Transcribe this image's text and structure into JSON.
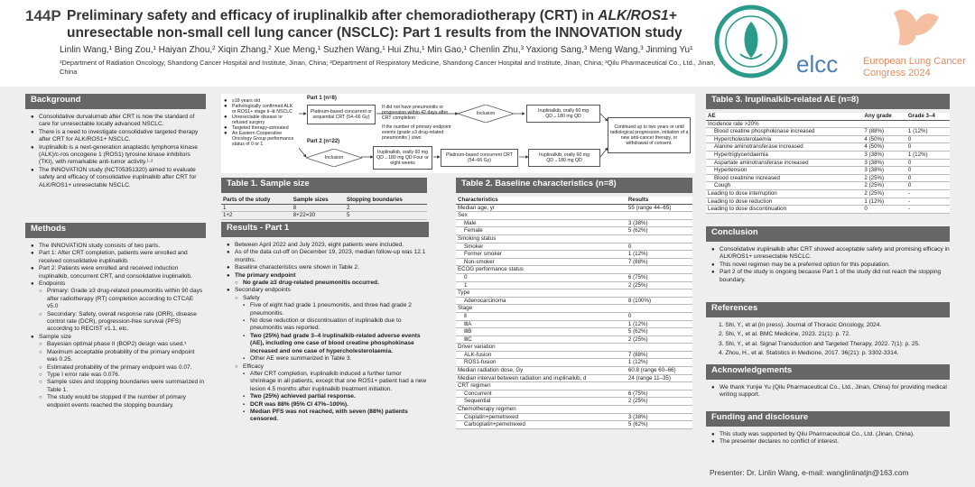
{
  "header": {
    "poster_id": "144P",
    "title_parts": {
      "a": "Preliminary safety and efficacy of iruplinalkib after chemoradiotherapy (CRT) in ",
      "b": "ALK/ROS1+",
      "c": " unresectable non-small cell lung cancer (NSCLC): Part 1 results from the INNOVATION study"
    },
    "authors": "Linlin Wang,¹ Bing Zou,¹ Haiyan Zhou,² Xiqin Zhang,² Xue Meng,¹ Suzhen Wang,¹ Hui Zhu,¹ Min Gao,¹ Chenlin Zhu,³ Yaxiong Sang,³ Meng Wang,³ Jinming Yu¹",
    "affiliations": "¹Department of Radiation Oncology, Shandong Cancer Hospital and Institute, Jinan, China; ²Department of Respiratory Medicine, Shandong Cancer Hospital and Institute, Jinan, China; ³Qilu Pharmaceutical Co., Ltd., Jinan, China",
    "elcc_logo": "elcc",
    "congress": "European Lung Cancer Congress 2024"
  },
  "background": {
    "heading": "Background",
    "items": [
      "Consolidative durvalumab after CRT is now the standard of care for unresectable locally advanced NSCLC.",
      "There is a need to investigate consolidative targeted therapy after CRT for ALK/ROS1+ NSCLC.",
      "Iruplinalkib is a next-generation anaplastic lymphoma kinase (ALK)/c-ros oncogene 1 (ROS1) tyrosine kinase inhibitors (TKI), with remarkable anti-tumor activity.¹·²",
      "The INNOVATION study (NCT05351320) aimed to evaluate safety and efficacy of consolidative iruplinalkib after CRT for ALK/ROS1+ unresectable NSCLC."
    ]
  },
  "methods": {
    "heading": "Methods",
    "items": [
      {
        "t": "The INNOVATION study consists of two parts.",
        "l": 0
      },
      {
        "t": "Part 1: After CRT completion, patients were enrolled and received consolidative iruplinalkib.",
        "l": 0
      },
      {
        "t": "Part 2: Patients were enrolled and received induction iruplinalkib, concurrent CRT, and consolidative iruplinalkib.",
        "l": 0
      },
      {
        "t": "Endpoints",
        "l": 0
      },
      {
        "t": "Primary: Grade ≥3 drug-related pneumonitis within 90 days after radiotherapy (RT) completion according to CTCAE v5.0",
        "l": 1
      },
      {
        "t": "Secondary: Safety, overall response rate (ORR), disease control rate (DCR), progression-free survival (PFS) according to RECIST v1.1, etc.",
        "l": 1
      },
      {
        "t": "Sample size",
        "l": 0
      },
      {
        "t": "Bayesian optimal phase II (BOP2) design was used.³",
        "l": 1
      },
      {
        "t": "Maximum acceptable probability of the primary endpoint was 0.25.",
        "l": 1
      },
      {
        "t": "Estimated probability of the primary endpoint was 0.07.",
        "l": 1
      },
      {
        "t": "Type I error rate was 0.076.",
        "l": 1
      },
      {
        "t": "Sample sizes and stopping boundaries were summarized in Table 1.",
        "l": 1
      },
      {
        "t": "The study would be stopped if the number of primary endpoint events reached the stopping boundary.",
        "l": 1
      }
    ]
  },
  "flow": {
    "eligibility": [
      "≥18 years old",
      "Pathologically confirmed ALK or ROS1+ stage Ⅱ–Ⅲ NSCLC",
      "Unresectable disease or refused surgery",
      "Targeted therapy-untreated",
      "An Eastern Cooperative Oncology Group performance status of 0 or 1"
    ],
    "part1_label": "Part 1 (n=8)",
    "part2_label": "Part 2 (n=22)",
    "crt_box": "Platinum-based concurrent or sequential CRT (54–66 Gy)",
    "no_progression": "If did not have pneumonitis or progression within 42 days after CRT completion",
    "inclusion": "Inclusion",
    "iru_box1": "Iruplinalkib, orally 60 mg QD→180 mg QD",
    "events_note": "If the number of primary endpoint events (grade ≥3 drug-related pneumonitis ) ≤two",
    "iru_induction": "Iruplinalkib, orally 60 mg QD→180 mg QD Four or eight weeks",
    "crt_box2": "Platinum-based concurrent CRT (54–66 Gy)",
    "iru_box2": "Iruplinalkib, orally 60 mg QD→180 mg QD",
    "continued": "Continued up to two years or until radiological progression, initiation of a new anti-cancer therapy, or withdrawal of consent."
  },
  "table1": {
    "heading": "Table 1. Sample size",
    "cols": [
      "Parts of the study",
      "Sample sizes",
      "Stopping boundaries"
    ],
    "rows": [
      [
        "1",
        "8",
        "2"
      ],
      [
        "1+2",
        "8+22=30",
        "5"
      ]
    ]
  },
  "results": {
    "heading": "Results - Part 1",
    "items": [
      {
        "t": "Between April 2022 and July 2023, eight patients were included.",
        "l": 0,
        "b": false
      },
      {
        "t": "As of the data cut-off on December 19, 2023, median follow-up was 12.1 months.",
        "l": 0,
        "b": false
      },
      {
        "t": "Baseline characteristics were shown in Table 2.",
        "l": 0,
        "b": false
      },
      {
        "t": "The primary endpoint",
        "l": 0,
        "b": true
      },
      {
        "t": "No grade ≥3 drug-related pneumonitis occurred.",
        "l": 1,
        "b": true
      },
      {
        "t": "Secondary endpoints",
        "l": 0,
        "b": false
      },
      {
        "t": "Safety",
        "l": 1,
        "b": false
      },
      {
        "t": "Five of eight had grade 1 pneumonitis, and three had grade 2 pneumonitis.",
        "l": 2,
        "b": false
      },
      {
        "t": "No dose reduction or discontinuation of iruplinalkib due to pneumonitis was reported.",
        "l": 2,
        "b": false
      },
      {
        "t": "Two (25%) had grade 3–4 iruplinalkib-related adverse events (AE), including one case of blood creatine phosphokinase increased and one case of hypercholesterolaemia.",
        "l": 2,
        "b": true
      },
      {
        "t": "Other AE were summarized in Table 3.",
        "l": 2,
        "b": false
      },
      {
        "t": "Efficacy",
        "l": 1,
        "b": false
      },
      {
        "t": "After CRT completion, iruplinalkib induced a further tumor shrinkage in all patients, except that one ROS1+ patient had a new lesion 4.5 months after iruplinalkib treatment initiation.",
        "l": 2,
        "b": false
      },
      {
        "t": "Two (25%) achieved partial response.",
        "l": 2,
        "b": true
      },
      {
        "t": "DCR was 88% (95% CI 47%–100%).",
        "l": 2,
        "b": true
      },
      {
        "t": "Median PFS was not reached, with seven (88%) patients censored.",
        "l": 2,
        "b": true
      }
    ]
  },
  "table2": {
    "heading": "Table 2. Baseline characteristics (n=8)",
    "cols": [
      "Characteristics",
      "Results"
    ],
    "rows": [
      {
        "c": "Median age, yr",
        "r": "55 (range 44–65)",
        "i": 0
      },
      {
        "c": "Sex",
        "r": "",
        "i": 0
      },
      {
        "c": "Male",
        "r": "3 (38%)",
        "i": 1
      },
      {
        "c": "Female",
        "r": "5 (62%)",
        "i": 1
      },
      {
        "c": "Smoking status",
        "r": "",
        "i": 0
      },
      {
        "c": "Smoker",
        "r": "0",
        "i": 1
      },
      {
        "c": "Former smoker",
        "r": "1 (12%)",
        "i": 1
      },
      {
        "c": "Non-smoker",
        "r": "7 (88%)",
        "i": 1
      },
      {
        "c": "ECOG performance status",
        "r": "",
        "i": 0
      },
      {
        "c": "0",
        "r": "6 (75%)",
        "i": 1
      },
      {
        "c": "1",
        "r": "2 (25%)",
        "i": 1
      },
      {
        "c": "Type",
        "r": "",
        "i": 0
      },
      {
        "c": "Adenocarcinoma",
        "r": "8 (100%)",
        "i": 1
      },
      {
        "c": "Stage",
        "r": "",
        "i": 0
      },
      {
        "c": "Ⅱ",
        "r": "0",
        "i": 1
      },
      {
        "c": "ⅢA",
        "r": "1 (12%)",
        "i": 1
      },
      {
        "c": "ⅢB",
        "r": "5 (62%)",
        "i": 1
      },
      {
        "c": "ⅢC",
        "r": "2 (25%)",
        "i": 1
      },
      {
        "c": "Driver variation",
        "r": "",
        "i": 0
      },
      {
        "c": "ALK-fusion",
        "r": "7 (88%)",
        "i": 1
      },
      {
        "c": "ROS1-fusion",
        "r": "1 (12%)",
        "i": 1
      },
      {
        "c": "Median radiation dose, Gy",
        "r": "60.8 (range 60–66)",
        "i": 0
      },
      {
        "c": "Median interval between radiation and iruplinalkib, d",
        "r": "24 (range 11–35)",
        "i": 0
      },
      {
        "c": "CRT regimen",
        "r": "",
        "i": 0
      },
      {
        "c": "Concurrent",
        "r": "6 (75%)",
        "i": 1
      },
      {
        "c": "Sequential",
        "r": "2 (25%)",
        "i": 1
      },
      {
        "c": "Chemotherapy regimen",
        "r": "",
        "i": 0
      },
      {
        "c": "Cisplatin+pemetrexed",
        "r": "3 (38%)",
        "i": 1
      },
      {
        "c": "Carboplatin+pemetrexed",
        "r": "5 (62%)",
        "i": 1
      }
    ]
  },
  "table3": {
    "heading": "Table 3. Iruplinalkib-related AE (n=8)",
    "cols": [
      "AE",
      "Any grade",
      "Grade 3–4"
    ],
    "rows": [
      {
        "a": "Incidence rate >20%",
        "g": "",
        "h": "",
        "i": 0
      },
      {
        "a": "Blood creatine phosphokinase increased",
        "g": "7 (88%)",
        "h": "1 (12%)",
        "i": 1
      },
      {
        "a": "Hypercholesterolaemia",
        "g": "4 (50%)",
        "h": "0",
        "i": 1
      },
      {
        "a": "Alanine aminotransferase increased",
        "g": "4 (50%)",
        "h": "0",
        "i": 1
      },
      {
        "a": "Hypertriglyceridaemia",
        "g": "3 (38%)",
        "h": "1 (12%)",
        "i": 1
      },
      {
        "a": "Aspartate aminotransferase increased",
        "g": "3 (38%)",
        "h": "0",
        "i": 1
      },
      {
        "a": "Hypertension",
        "g": "3 (38%)",
        "h": "0",
        "i": 1
      },
      {
        "a": "Blood creatinine increased",
        "g": "2 (25%)",
        "h": "0",
        "i": 1
      },
      {
        "a": "Cough",
        "g": "2 (25%)",
        "h": "0",
        "i": 1
      },
      {
        "a": "Leading to dose interruption",
        "g": "2 (25%)",
        "h": "-",
        "i": 0
      },
      {
        "a": "Leading to dose reduction",
        "g": "1 (12%)",
        "h": "-",
        "i": 0
      },
      {
        "a": "Leading to dose discontinuation",
        "g": "0",
        "h": "-",
        "i": 0
      }
    ]
  },
  "conclusion": {
    "heading": "Conclusion",
    "items": [
      "Consolidative iruplinalkib after CRT showed acceptable safety and promising efficacy in ALK/ROS1+ unresectable NSCLC.",
      "This novel regimen may be a preferred option for this population.",
      "Part 2 of the study is ongoing because Part 1 of the study did not reach the stopping boundary."
    ]
  },
  "references": {
    "heading": "References",
    "items": [
      "1.  Shi, Y., et al (in press). Journal of Thoracic Oncology, 2024.",
      "2.  Shi, Y., et al. BMC Medicine, 2023. 21(1): p. 72.",
      "3.  Shi, Y., et al. Signal Transduction and Targeted Therapy, 2022. 7(1): p. 25.",
      "4.  Zhou, H., et al. Statistics in Medicine, 2017. 36(21): p. 3302-3314."
    ]
  },
  "ack": {
    "heading": "Acknowledgements",
    "items": [
      "We thank Yunjie Yu (Qilu Pharmaceutical Co., Ltd., Jinan, China) for providing medical writing support."
    ]
  },
  "funding": {
    "heading": "Funding and disclosure",
    "items": [
      "This study was supported by Qilu Pharmaceutical Co., Ltd. (Jinan, China).",
      "The presenter declares no conflict of interest."
    ]
  },
  "footer": "Presenter: Dr. Linlin Wang, e-mail: wanglinlinatjn@163.com",
  "colors": {
    "section_header": "#666666",
    "panel_bg": "#eeeeee",
    "elcc_blue": "#4a7fb5",
    "butterfly": "#e8885a",
    "seal_teal": "#2a9a8a"
  }
}
